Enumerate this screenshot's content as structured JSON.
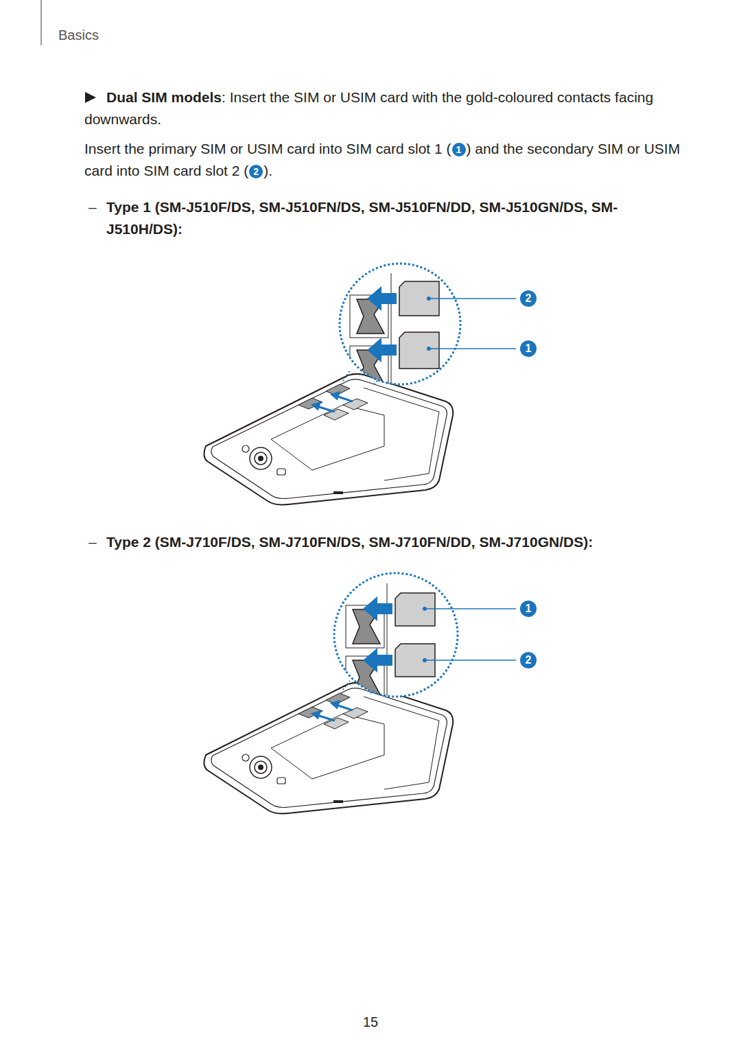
{
  "diagram": {
    "labels": [
      "Basics",
      "Dual SIM models",
      ": Insert the SIM or USIM card with the gold-coloured contacts facing downwards.",
      "Insert the primary SIM or USIM card into SIM card slot 1 (",
      "1",
      ") and the secondary SIM or USIM card into SIM card slot 2 (",
      "2",
      ").",
      "–",
      "Type 1 (SM-J510F/DS, SM-J510FN/DS, SM-J510FN/DD, SM-J510GN/DS, SM-J510H/DS):",
      "2",
      "1",
      "–",
      "Type 2 (SM-J710F/DS, SM-J710FN/DS, SM-J710FN/DD, SM-J710GN/DS):",
      "1",
      "2",
      "15"
    ]
  }
}
